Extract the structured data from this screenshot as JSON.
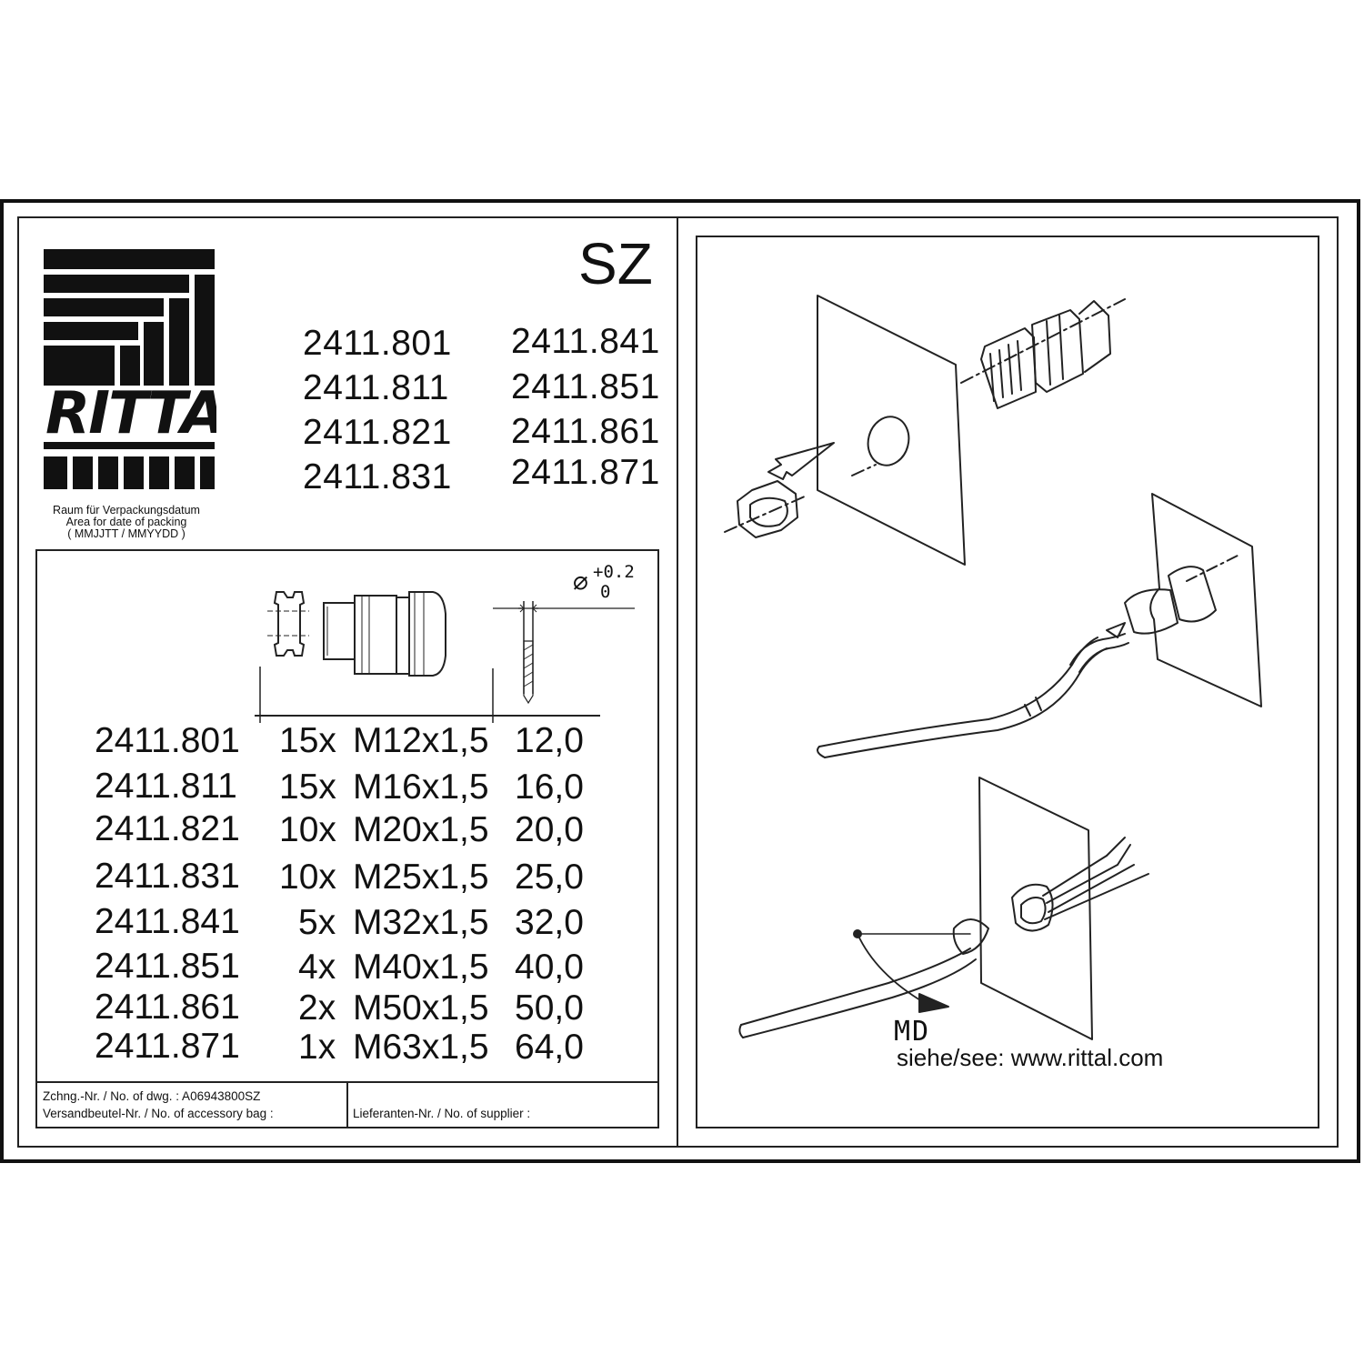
{
  "brand": {
    "name": "RITTAL"
  },
  "series": "SZ",
  "article_codes": {
    "left": [
      "2411.801",
      "2411.811",
      "2411.821",
      "2411.831"
    ],
    "right": [
      "2411.841",
      "2411.851",
      "2411.861",
      "2411.871"
    ]
  },
  "packing_date": {
    "line1": "Raum für Verpackungsdatum",
    "line2": "Area for date of packing",
    "line3": "( MMJJTT / MMYYDD )"
  },
  "table": {
    "diameter_symbol": "⌀",
    "tolerance_upper": "+0.2",
    "tolerance_lower": "0",
    "rows": [
      {
        "art": "2411.801",
        "qty": "15x",
        "thread": "M12x1,5",
        "dia": "12,0"
      },
      {
        "art": "2411.811",
        "qty": "15x",
        "thread": "M16x1,5",
        "dia": "16,0"
      },
      {
        "art": "2411.821",
        "qty": "10x",
        "thread": "M20x1,5",
        "dia": "20,0"
      },
      {
        "art": "2411.831",
        "qty": "10x",
        "thread": "M25x1,5",
        "dia": "25,0"
      },
      {
        "art": "2411.841",
        "qty": "5x",
        "thread": "M32x1,5",
        "dia": "32,0"
      },
      {
        "art": "2411.851",
        "qty": "4x",
        "thread": "M40x1,5",
        "dia": "40,0"
      },
      {
        "art": "2411.861",
        "qty": "2x",
        "thread": "M50x1,5",
        "dia": "50,0"
      },
      {
        "art": "2411.871",
        "qty": "1x",
        "thread": "M63x1,5",
        "dia": "64,0"
      }
    ]
  },
  "footer": {
    "drawing_no": "Zchng.-Nr. / No. of dwg. : A06943800SZ",
    "bag_no": "Versandbeutel-Nr. / No. of accessory bag :",
    "supplier_no": "Lieferanten-Nr. / No. of supplier :"
  },
  "diagram": {
    "torque_label": "MD",
    "see_text": "siehe/see: www.rittal.com"
  }
}
